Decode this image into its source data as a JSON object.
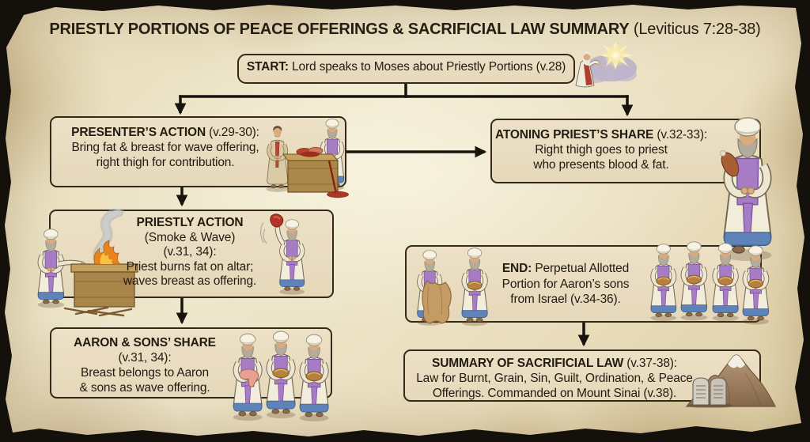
{
  "title": {
    "main": "PRIESTLY PORTIONS OF PEACE OFFERINGS & SACRIFICIAL LAW SUMMARY",
    "reference": " (Leviticus 7:28-38)"
  },
  "nodes": {
    "start": {
      "label": "START:",
      "text": " Lord speaks to Moses about Priestly Portions (v.28)"
    },
    "presenter": {
      "heading": "PRESENTER’S ACTION",
      "verse": " (v.29-30):",
      "body1": "Bring fat & breast for wave offering,",
      "body2": "right thigh for contribution."
    },
    "atoning": {
      "heading": "ATONING PRIEST’S SHARE",
      "verse": " (v.32-33):",
      "body1": "Right thigh goes to priest",
      "body2": "who presents blood & fat."
    },
    "priestly": {
      "heading": "PRIESTLY ACTION",
      "sub1": "(Smoke & Wave)",
      "sub2": "(v.31, 34):",
      "body1": "Priest burns fat on altar;",
      "body2": "waves breast as offering."
    },
    "aaron": {
      "heading": "AARON & SONS’ SHARE",
      "sub1": "(v.31, 34):",
      "body1": "Breast belongs to Aaron",
      "body2": "& sons as wave offering."
    },
    "end": {
      "label": "END:",
      "rest1": " Perpetual Allotted",
      "line2": "Portion for Aaron’s sons",
      "line3": "from Israel (v.34-36)."
    },
    "summary": {
      "heading": "SUMMARY OF SACRIFICIAL LAW",
      "verse": " (v.37-38):",
      "body1": "Law for Burnt, Grain, Sin, Guilt, Ordination, & Peace",
      "body2": "Offerings. Commanded on Mount Sinai (v.38)."
    }
  },
  "illustrations": {
    "moses_light": "Moses before divine light",
    "presenters_table": "Two men presenting offering at table with blood",
    "atoning_priest": "Priest holding right thigh",
    "altar_fire": "Priest burning fat on altar with smoke",
    "waving_priest": "Priest waving breast offering",
    "aaron_sons": "Three priests with breast portions",
    "priests_hide": "Priests with animal hide and bread",
    "priests_bread": "Four priests holding allotted portions",
    "mount_sinai": "Mount Sinai with law tablets"
  },
  "colors": {
    "parchment": "#ece3c8",
    "box_fill": "#e9dcc0",
    "box_border": "#342a1a",
    "text": "#221b10",
    "arrow": "#17130d",
    "priest_purple": "#a67cc4",
    "hem_blue": "#5d83b8",
    "robe_white": "#f2edda",
    "bread_brown": "#b5813d",
    "meat_red": "#b23427"
  }
}
